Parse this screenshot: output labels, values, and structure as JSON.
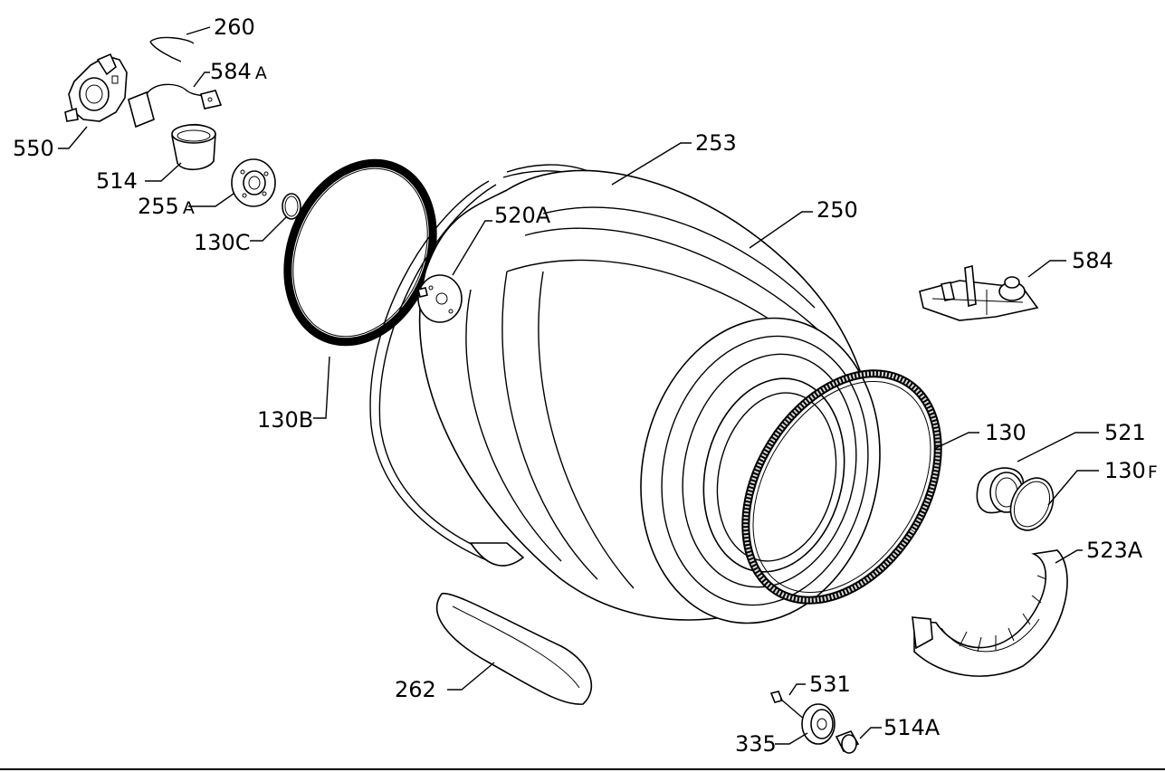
{
  "parts": {
    "p260": "260",
    "p584a": "584",
    "p584a_suffix": "A",
    "p550": "550",
    "p514": "514",
    "p255a": "255",
    "p255a_suffix": "A",
    "p130c": "130C",
    "p253": "253",
    "p520a": "520A",
    "p250": "250",
    "p584": "584",
    "p130b": "130B",
    "p130": "130",
    "p521": "521",
    "p130f": "130",
    "p130f_suffix": "F",
    "p523a": "523A",
    "p262": "262",
    "p531": "531",
    "p335": "335",
    "p514a": "514A"
  }
}
